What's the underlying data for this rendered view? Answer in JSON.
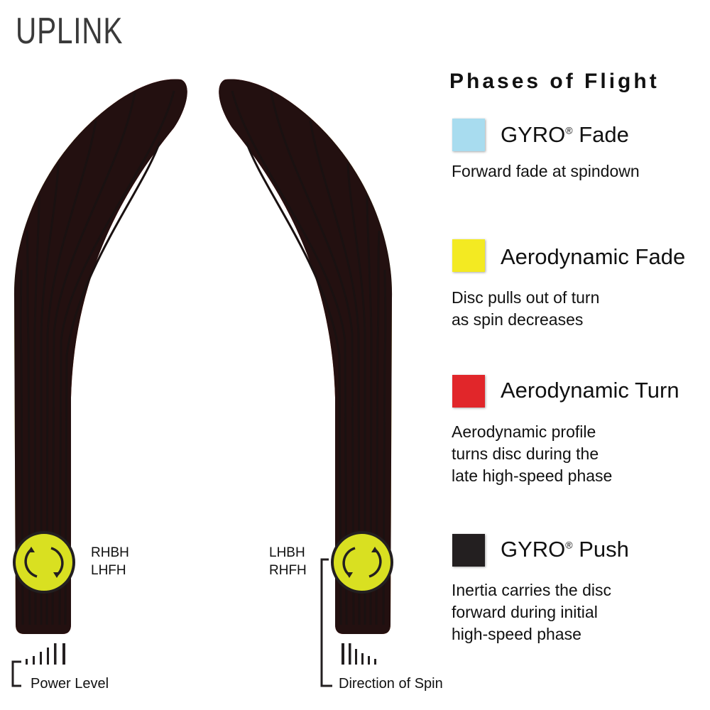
{
  "brand": "UPLINK",
  "legend": {
    "title": "Phases of Flight",
    "items": [
      {
        "name": "GYRO",
        "sup": "®",
        "rest": " Fade",
        "desc": [
          "Forward fade at spindown"
        ],
        "color": "#a8dcef"
      },
      {
        "name": "Aerodynamic Fade",
        "sup": "",
        "rest": "",
        "desc": [
          "Disc pulls out of turn",
          "as spin decreases"
        ],
        "color": "#f3ea22"
      },
      {
        "name": "Aerodynamic Turn",
        "sup": "",
        "rest": "",
        "desc": [
          "Aerodynamic profile",
          "turns disc during the",
          "late high-speed phase"
        ],
        "color": "#e1262a"
      },
      {
        "name": "GYRO",
        "sup": "®",
        "rest": " Push",
        "desc": [
          "Inertia carries the disc",
          "forward during initial",
          "high-speed phase"
        ],
        "color": "#231f20"
      }
    ]
  },
  "left": {
    "throws": [
      "RHBH",
      "LHFH"
    ],
    "caption": "Power Level"
  },
  "right": {
    "throws": [
      "LHBH",
      "RHFH"
    ],
    "caption": "Direction of Spin"
  }
}
